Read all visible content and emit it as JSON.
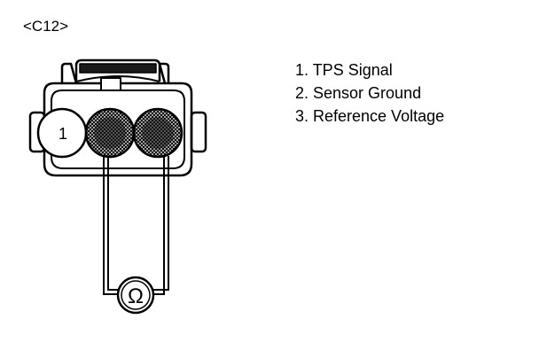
{
  "connector_label": "<C12>",
  "pin_label": "1",
  "ohm_symbol": "Ω",
  "legend": [
    "1. TPS Signal",
    "2. Sensor Ground",
    "3. Reference Voltage"
  ],
  "colors": {
    "ink": "#000000",
    "background": "#ffffff",
    "pin_fill": "#1a1a1a"
  }
}
